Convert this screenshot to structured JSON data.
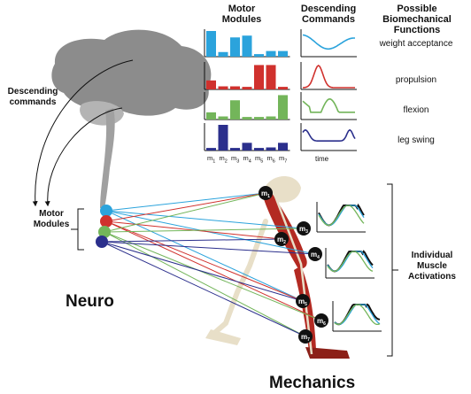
{
  "headers": {
    "modules_line1": "Motor",
    "modules_line2": "Modules",
    "commands_line1": "Descending",
    "commands_line2": "Commands",
    "functions_line1": "Possible",
    "functions_line2": "Biomechanical",
    "functions_line3": "Functions"
  },
  "left_labels": {
    "descending_line1": "Descending",
    "descending_line2": "commands",
    "motor_line1": "Motor",
    "motor_line2": "Modules"
  },
  "right_label": {
    "line1": "Individual",
    "line2": "Muscle",
    "line3": "Activations"
  },
  "titles": {
    "neuro": "Neuro",
    "mechanics": "Mechanics"
  },
  "time_label": "time",
  "muscle_prefix": "m",
  "muscle_indices": [
    "1",
    "2",
    "3",
    "4",
    "5",
    "6",
    "7"
  ],
  "modules": [
    {
      "function": "weight acceptance",
      "color": "#2ba3dc",
      "weights": [
        1.0,
        0.18,
        0.75,
        0.82,
        0.1,
        0.22,
        0.22
      ]
    },
    {
      "function": "propulsion",
      "color": "#d0312d",
      "weights": [
        0.35,
        0.12,
        0.12,
        0.1,
        0.95,
        0.95,
        0.1
      ]
    },
    {
      "function": "flexion",
      "color": "#73b55a",
      "weights": [
        0.28,
        0.12,
        0.75,
        0.1,
        0.1,
        0.12,
        0.95
      ]
    },
    {
      "function": "leg swing",
      "color": "#2b2f8c",
      "weights": [
        0.1,
        1.0,
        0.1,
        0.3,
        0.1,
        0.12,
        0.3
      ]
    }
  ],
  "colors": {
    "brain": "#8c8c8c",
    "brain_lower": "#b4b4b4",
    "bone": "#e8dfc8",
    "muscle": "#b32a22",
    "emg_black": "#111111",
    "emg_blue": "#2ba3dc",
    "emg_green": "#73b55a"
  }
}
